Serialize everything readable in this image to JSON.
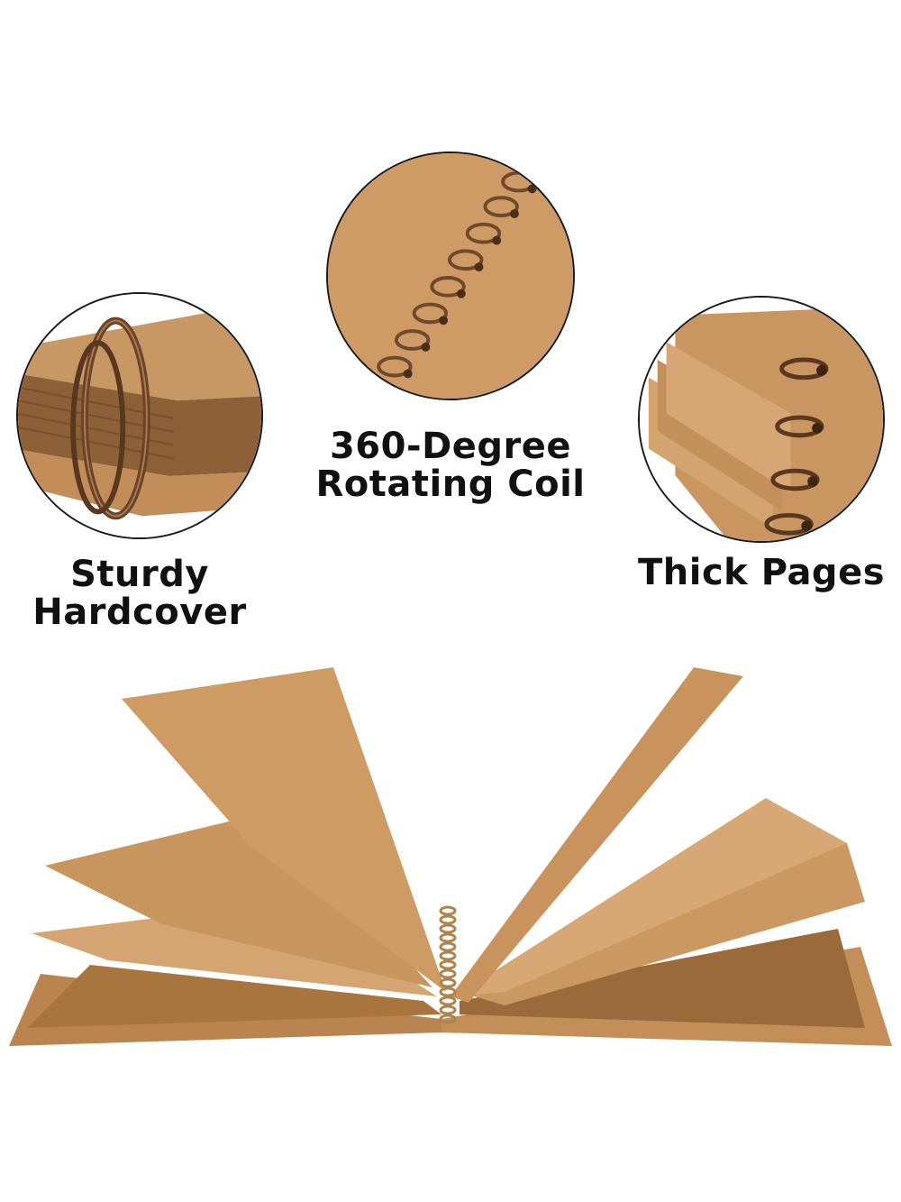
{
  "features": [
    {
      "id": "hardcover",
      "lines": [
        "Sturdy",
        "Hardcover"
      ],
      "icon": "hardcover-closeup"
    },
    {
      "id": "coil",
      "lines": [
        "360-Degree",
        "Rotating Coil"
      ],
      "icon": "spiral-coil-closeup"
    },
    {
      "id": "pages",
      "lines": [
        "Thick Pages"
      ],
      "icon": "thick-pages-closeup"
    }
  ],
  "colors": {
    "kraft": "#c8955c",
    "kraft_light": "#d9ae7a",
    "kraft_dark": "#9b6a3a",
    "coil": "#7a5230",
    "text": "#111111"
  }
}
